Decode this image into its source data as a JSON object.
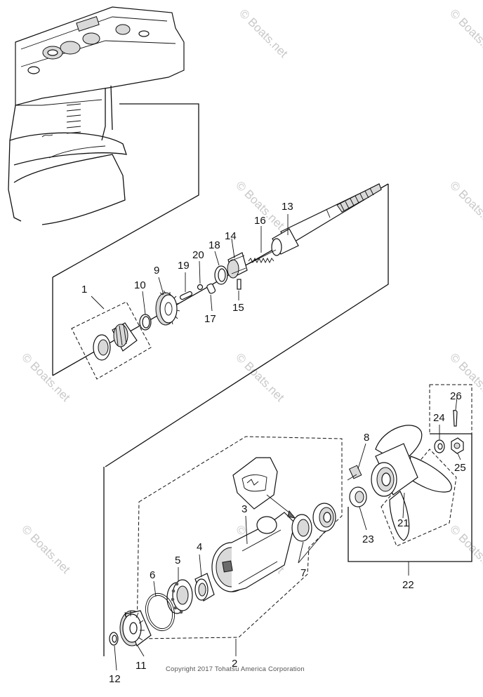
{
  "diagram": {
    "copyright": "Copyright 2017 Tohatsu America Corporation",
    "watermark": "© Boats.net",
    "part_numbers": {
      "p1": "1",
      "p2": "2",
      "p3": "3",
      "p4": "4",
      "p5": "5",
      "p6": "6",
      "p7": "7",
      "p8": "8",
      "p9": "9",
      "p10": "10",
      "p11": "11",
      "p12": "12",
      "p13": "13",
      "p14": "14",
      "p15": "15",
      "p16": "16",
      "p17": "17",
      "p18": "18",
      "p19": "19",
      "p20": "20",
      "p21": "21",
      "p22": "22",
      "p23": "23",
      "p24": "24",
      "p25": "25",
      "p26": "26"
    }
  }
}
